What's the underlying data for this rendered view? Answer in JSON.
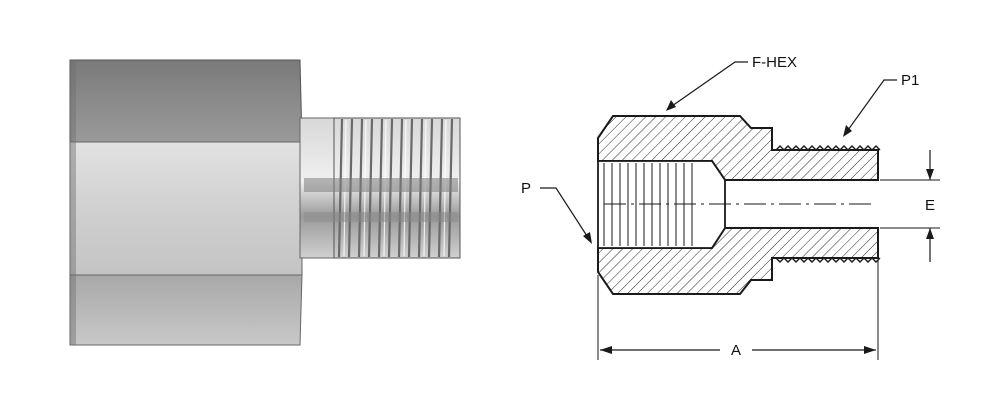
{
  "photo": {
    "subject": "female-to-male-hex-reducing-adapter"
  },
  "drawing": {
    "labels": {
      "hex": "F-HEX",
      "male_thread": "P1",
      "female_thread": "P",
      "bore": "E",
      "length": "A"
    }
  },
  "colors": {
    "line": "#1a1a1a",
    "hatch": "#2a2a2a",
    "metal_dark": "#8e8e8e",
    "metal_light": "#d4d4d4"
  }
}
